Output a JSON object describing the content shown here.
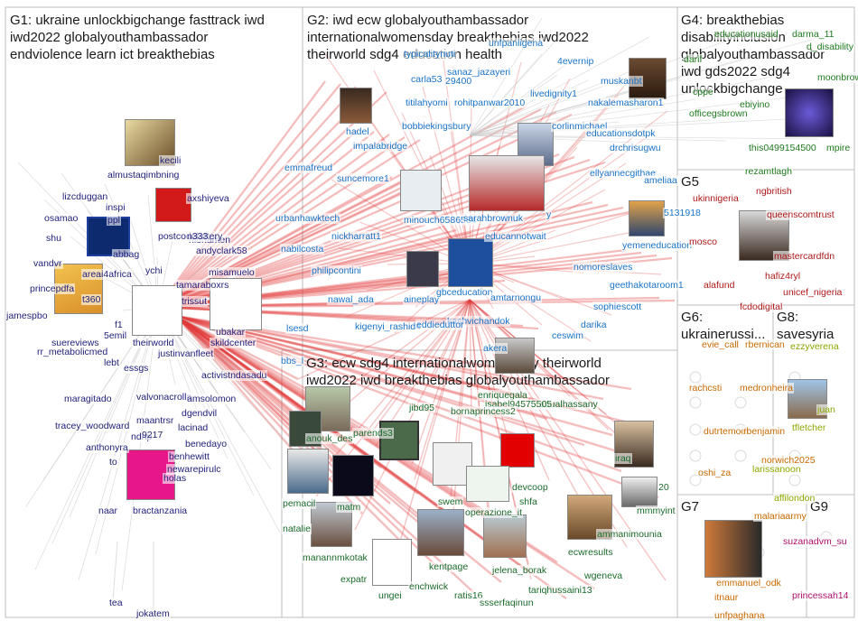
{
  "groups": {
    "g1": "G1: ukraine unlockbigchange fasttrack iwd\niwd2022 globalyouthambassador\nendviolence learn ict breakthebias",
    "g2": "G2: iwd ecw globalyouthambassador\ninternationalwomensday breakthebias iwd2022\ntheirworld sdg4 education health",
    "g3": "G3: ecw sdg4 internationalwomensday theirworld\niwd2022 iwd breakthebias globalyouthambassador",
    "g4": "G4: breakthebias\ndisabilityinclusion\nglobalyouthambassador\niwd gds2022 sdg4\nunlockbigchange",
    "g5": "G5",
    "g6": "G6:\nukrainerussi...",
    "g7": "G7",
    "g8": "G8:\nsavesyria",
    "g9": "G9"
  },
  "labels": {
    "g1": [
      "almustaqimbning",
      "kecili",
      "lizcduggan",
      "axshiyeva",
      "inspi",
      "osamao",
      "ppl",
      "shu",
      "hioriamen",
      "postcodelottery",
      "n333",
      "vandvr",
      "areai4africa",
      "ychi",
      "misamuelo",
      "andyclark58",
      "abbag",
      "princepdfa",
      "tamaraboxrs",
      "t360",
      "trissut",
      "jamespbo",
      "f1",
      "5emil",
      "suereviews",
      "theirworld",
      "skildcenter",
      "justinvanfleet",
      "ubakar",
      "rr_metabolicmed",
      "essgs",
      "lebt",
      "activistndasadu",
      "maragitado",
      "valvonacrolla",
      "amsolomon",
      "dgendvil",
      "tracey_woodward",
      "maantrsr",
      "lacinad",
      "benedayo",
      "anthonyra",
      "ndnp",
      "9217",
      "benhewitt",
      "newarepirulc",
      "to",
      "holas",
      "naar",
      "bractanzania",
      "tea",
      "jokatem"
    ],
    "g2": [
      "typicalitynuti",
      "unfpaniigena",
      "sanaz_jazayeri",
      "carla53",
      "29400",
      "4evernip",
      "muskanbt",
      "titilahyomi",
      "rohitpanwar2010",
      "livedignity1",
      "nakalemasharon1",
      "hadel",
      "bobbiekingsbury",
      "corlinmichael",
      "impalabridge",
      "educationsdotpk",
      "drchrisugwu",
      "emmafreud",
      "suncemore1",
      "ellyannecgithae",
      "ameliaa",
      "urbanhawktech",
      "minouch6586534",
      "sarahbrownuk",
      "nickharratt1",
      "5131918",
      "nabilcosta",
      "educannotwait",
      "y",
      "philipcontini",
      "yemeneducation",
      "nomoreslaves",
      "nawal_ada",
      "aineplay",
      "gbceducation",
      "geethakotaroom1",
      "lsesd",
      "amtarnongu",
      "kashvichandok",
      "sophiescott",
      "kigenyi_rashid4",
      "eddieduttor",
      "darika",
      "bbs_l",
      "akera",
      "ceswim"
    ],
    "g3": [
      "abualhassany",
      "enriquegala",
      "isabel94575505",
      "jibd95",
      "bornaprincess2",
      "anouk_des",
      "parends3",
      "iraq",
      "swem",
      "shfa",
      "devcoop",
      "20",
      "pemacil",
      "matm",
      "operazione_it",
      "mmmyint",
      "natalie",
      "ammanimounia",
      "manannmkotak",
      "ecwresults",
      "kentpage",
      "jelena_borak",
      "expatr",
      "wgeneva",
      "enchwick",
      "tariqhussaini13",
      "ungei",
      "ratis16",
      "ssserfaqinun"
    ],
    "g4": [
      "educationusaid",
      "darma_11",
      "d_disability",
      "darif",
      "moonbrown",
      "cppe",
      "ebiyino",
      "officegsbrown",
      "this0499154500",
      "mpire",
      "rezamtlagh"
    ],
    "g5": [
      "ngbritish",
      "ukinnigeria",
      "queenscomtrust",
      "hafiz4ryl",
      "mastercardfdn",
      "alafund",
      "mosco",
      "unicef_nigeria",
      "fcdodigital"
    ],
    "g6": [
      "evie_call",
      "rbernican",
      "rachcsti",
      "medronheira",
      "dutrtemodi",
      "rbenjamin",
      "oshi_za",
      "norwich2025"
    ],
    "g8": [
      "ezzyverena",
      "tfletcher",
      "juan",
      "larissanoon",
      "affilondon"
    ],
    "g7": [
      "malariaarmy",
      "emmanuel_odk",
      "unfpaghana",
      "itnaur"
    ],
    "g9": [
      "suzanadvm_su",
      "princessah14"
    ]
  }
}
